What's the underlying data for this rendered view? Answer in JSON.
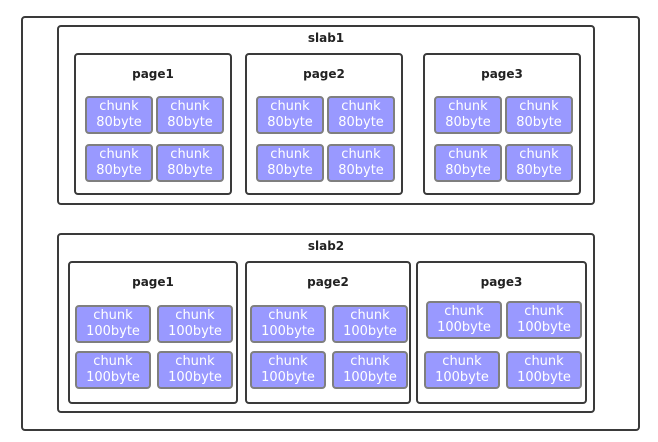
{
  "colors": {
    "border": "#3a3a3a",
    "chunk_fill": "#9999ff",
    "chunk_border": "#7f7f7f",
    "chunk_text": "#ffffff"
  },
  "slabs": [
    {
      "label": "slab1",
      "pages": [
        {
          "label": "page1",
          "chunks": [
            {
              "name": "chunk",
              "size": "80byte"
            },
            {
              "name": "chunk",
              "size": "80byte"
            },
            {
              "name": "chunk",
              "size": "80byte"
            },
            {
              "name": "chunk",
              "size": "80byte"
            }
          ]
        },
        {
          "label": "page2",
          "chunks": [
            {
              "name": "chunk",
              "size": "80byte"
            },
            {
              "name": "chunk",
              "size": "80byte"
            },
            {
              "name": "chunk",
              "size": "80byte"
            },
            {
              "name": "chunk",
              "size": "80byte"
            }
          ]
        },
        {
          "label": "page3",
          "chunks": [
            {
              "name": "chunk",
              "size": "80byte"
            },
            {
              "name": "chunk",
              "size": "80byte"
            },
            {
              "name": "chunk",
              "size": "80byte"
            },
            {
              "name": "chunk",
              "size": "80byte"
            }
          ]
        }
      ]
    },
    {
      "label": "slab2",
      "pages": [
        {
          "label": "page1",
          "chunks": [
            {
              "name": "chunk",
              "size": "100byte"
            },
            {
              "name": "chunk",
              "size": "100byte"
            },
            {
              "name": "chunk",
              "size": "100byte"
            },
            {
              "name": "chunk",
              "size": "100byte"
            }
          ]
        },
        {
          "label": "page2",
          "chunks": [
            {
              "name": "chunk",
              "size": "100byte"
            },
            {
              "name": "chunk",
              "size": "100byte"
            },
            {
              "name": "chunk",
              "size": "100byte"
            },
            {
              "name": "chunk",
              "size": "100byte"
            }
          ]
        },
        {
          "label": "page3",
          "chunks": [
            {
              "name": "chunk",
              "size": "100byte"
            },
            {
              "name": "chunk",
              "size": "100byte"
            },
            {
              "name": "chunk",
              "size": "100byte"
            },
            {
              "name": "chunk",
              "size": "100byte"
            }
          ]
        }
      ]
    }
  ]
}
